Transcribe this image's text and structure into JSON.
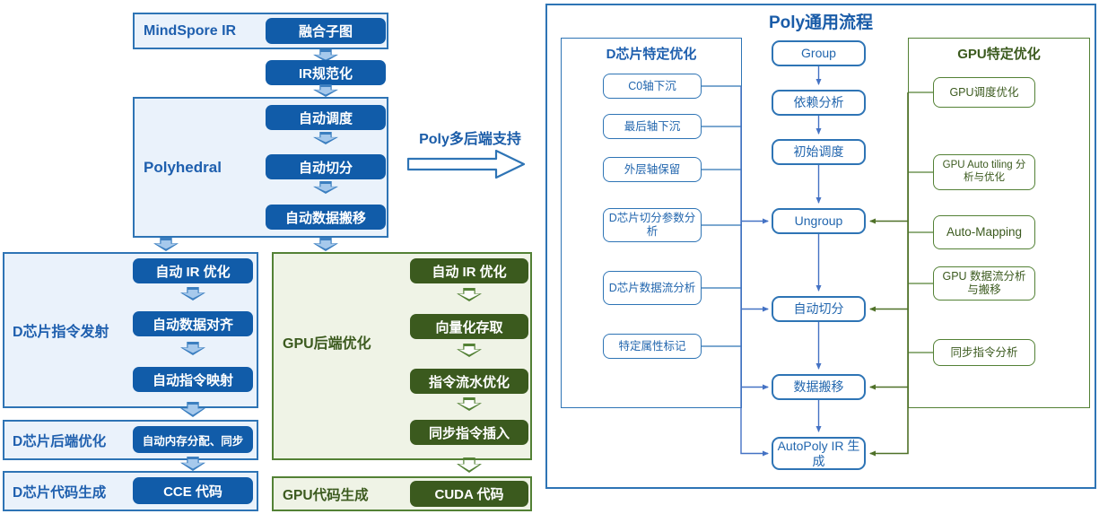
{
  "colors": {
    "blue_accent": "#1E5FAE",
    "blue_button": "#115CA9",
    "blue_border": "#2E74B5",
    "blue_container_fill": "#EAF2FB",
    "green_button": "#3B5A1E",
    "green_border": "#538135",
    "green_container_fill": "#EFF3E6",
    "connector_blue": "#4472C4",
    "connector_green": "#4F7128"
  },
  "left": {
    "mindspore_label": "MindSpore IR",
    "fused_subgraph": "融合子图",
    "ir_normalize": "IR规范化",
    "polyhedral_label": "Polyhedral",
    "poly_steps": [
      "自动调度",
      "自动切分",
      "自动数据搬移"
    ],
    "multi_backend": "Poly多后端支持",
    "d_emit_label": "D芯片指令发射",
    "d_emit_steps": [
      "自动 IR 优化",
      "自动数据对齐",
      "自动指令映射"
    ],
    "d_backend_label": "D芯片后端优化",
    "d_backend_step": "自动内存分配、同步",
    "d_codegen_label": "D芯片代码生成",
    "d_codegen_step": "CCE 代码",
    "gpu_backend_label": "GPU后端优化",
    "gpu_steps": [
      "自动 IR 优化",
      "向量化存取",
      "指令流水优化",
      "同步指令插入"
    ],
    "gpu_codegen_label": "GPU代码生成",
    "gpu_codegen_step": "CUDA 代码"
  },
  "right": {
    "title": "Poly通用流程",
    "d_header": "D芯片特定优化",
    "d_items": [
      "C0轴下沉",
      "最后轴下沉",
      "外层轴保留",
      "D芯片切分参数分析",
      "D芯片数据流分析",
      "特定属性标记"
    ],
    "flow": [
      "Group",
      "依赖分析",
      "初始调度",
      "Ungroup",
      "自动切分",
      "数据搬移",
      "AutoPoly IR 生成"
    ],
    "gpu_header": "GPU特定优化",
    "gpu_items": [
      "GPU调度优化",
      "GPU Auto tiling 分析与优化",
      "Auto-Mapping",
      "GPU 数据流分析与搬移",
      "同步指令分析"
    ]
  }
}
